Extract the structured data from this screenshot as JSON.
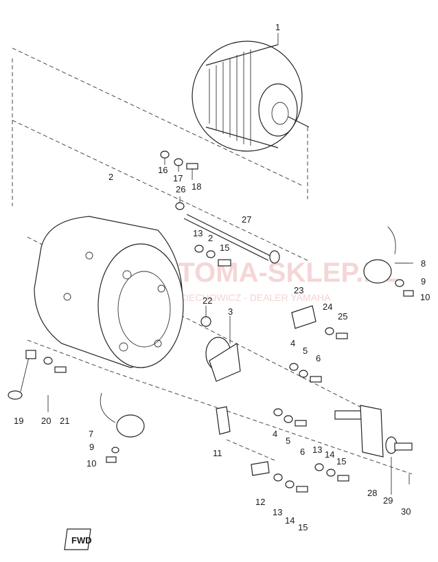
{
  "watermark": {
    "main": "MOTOMA-SKLEP.PL",
    "sub": "WOJCIECHOWICZ - DEALER YAMAHA"
  },
  "fwd_badge": "FWD",
  "callouts": [
    {
      "id": "c1",
      "text": "1"
    },
    {
      "id": "c2",
      "text": "2"
    },
    {
      "id": "c3",
      "text": "3"
    },
    {
      "id": "c4a",
      "text": "4"
    },
    {
      "id": "c5a",
      "text": "5"
    },
    {
      "id": "c6a",
      "text": "6"
    },
    {
      "id": "c4b",
      "text": "4"
    },
    {
      "id": "c5b",
      "text": "5"
    },
    {
      "id": "c6b",
      "text": "6"
    },
    {
      "id": "c7",
      "text": "7"
    },
    {
      "id": "c8",
      "text": "8"
    },
    {
      "id": "c9a",
      "text": "9"
    },
    {
      "id": "c10a",
      "text": "10"
    },
    {
      "id": "c9b",
      "text": "9"
    },
    {
      "id": "c10b",
      "text": "10"
    },
    {
      "id": "c11",
      "text": "11"
    },
    {
      "id": "c12",
      "text": "12"
    },
    {
      "id": "c13a",
      "text": "13"
    },
    {
      "id": "c13b",
      "text": "13"
    },
    {
      "id": "c13c",
      "text": "13"
    },
    {
      "id": "c14a",
      "text": "14"
    },
    {
      "id": "c14b",
      "text": "14"
    },
    {
      "id": "c15a",
      "text": "15"
    },
    {
      "id": "c15b",
      "text": "15"
    },
    {
      "id": "c15c",
      "text": "15"
    },
    {
      "id": "c16",
      "text": "16"
    },
    {
      "id": "c17",
      "text": "17"
    },
    {
      "id": "c18",
      "text": "18"
    },
    {
      "id": "c19",
      "text": "19"
    },
    {
      "id": "c20",
      "text": "20"
    },
    {
      "id": "c21",
      "text": "21"
    },
    {
      "id": "c22",
      "text": "22"
    },
    {
      "id": "c23",
      "text": "23"
    },
    {
      "id": "c24",
      "text": "24"
    },
    {
      "id": "c25",
      "text": "25"
    },
    {
      "id": "c26",
      "text": "26"
    },
    {
      "id": "c27",
      "text": "27"
    },
    {
      "id": "c28",
      "text": "28"
    },
    {
      "id": "c29",
      "text": "29"
    },
    {
      "id": "c30",
      "text": "30"
    },
    {
      "id": "c2b",
      "text": "2"
    }
  ]
}
